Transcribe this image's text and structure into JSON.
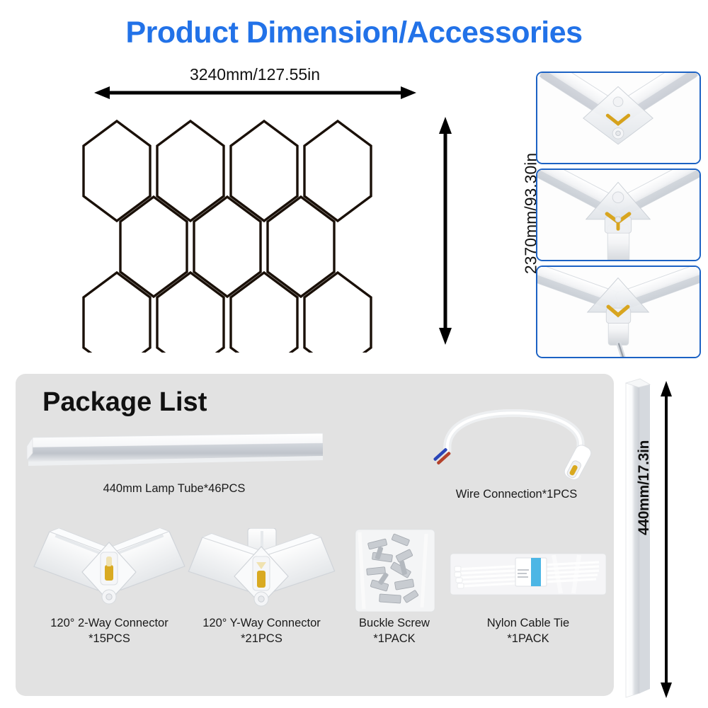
{
  "title": "Product Dimension/Accessories",
  "colors": {
    "title_blue": "#2272e8",
    "box_border_blue": "#1c62c4",
    "panel_gray": "#e2e2e2",
    "line_black": "#1a1008"
  },
  "dimensions": {
    "width_label": "3240mm/127.55in",
    "height_label": "2370mm/93.30in",
    "tube_length_label": "440mm/17.3in"
  },
  "hex_layout": {
    "rows": [
      4,
      3,
      4
    ],
    "description": "honeycomb grid"
  },
  "connector_photos": [
    {
      "name": "2-way-corner-connector-photo"
    },
    {
      "name": "y-way-connector-photo"
    },
    {
      "name": "y-way-connector-with-wire-photo"
    }
  ],
  "package": {
    "heading": "Package List",
    "items": [
      {
        "name": "lamp-tube",
        "caption": "440mm Lamp Tube*46PCS"
      },
      {
        "name": "wire-connection",
        "caption": "Wire Connection*1PCS"
      },
      {
        "name": "two-way-connector",
        "caption": "120° 2-Way Connector\n*15PCS"
      },
      {
        "name": "y-way-connector",
        "caption": "120° Y-Way Connector\n*21PCS"
      },
      {
        "name": "buckle-screw",
        "caption": "Buckle Screw\n*1PACK"
      },
      {
        "name": "nylon-cable-tie",
        "caption": "Nylon Cable Tie\n*1PACK"
      }
    ]
  }
}
